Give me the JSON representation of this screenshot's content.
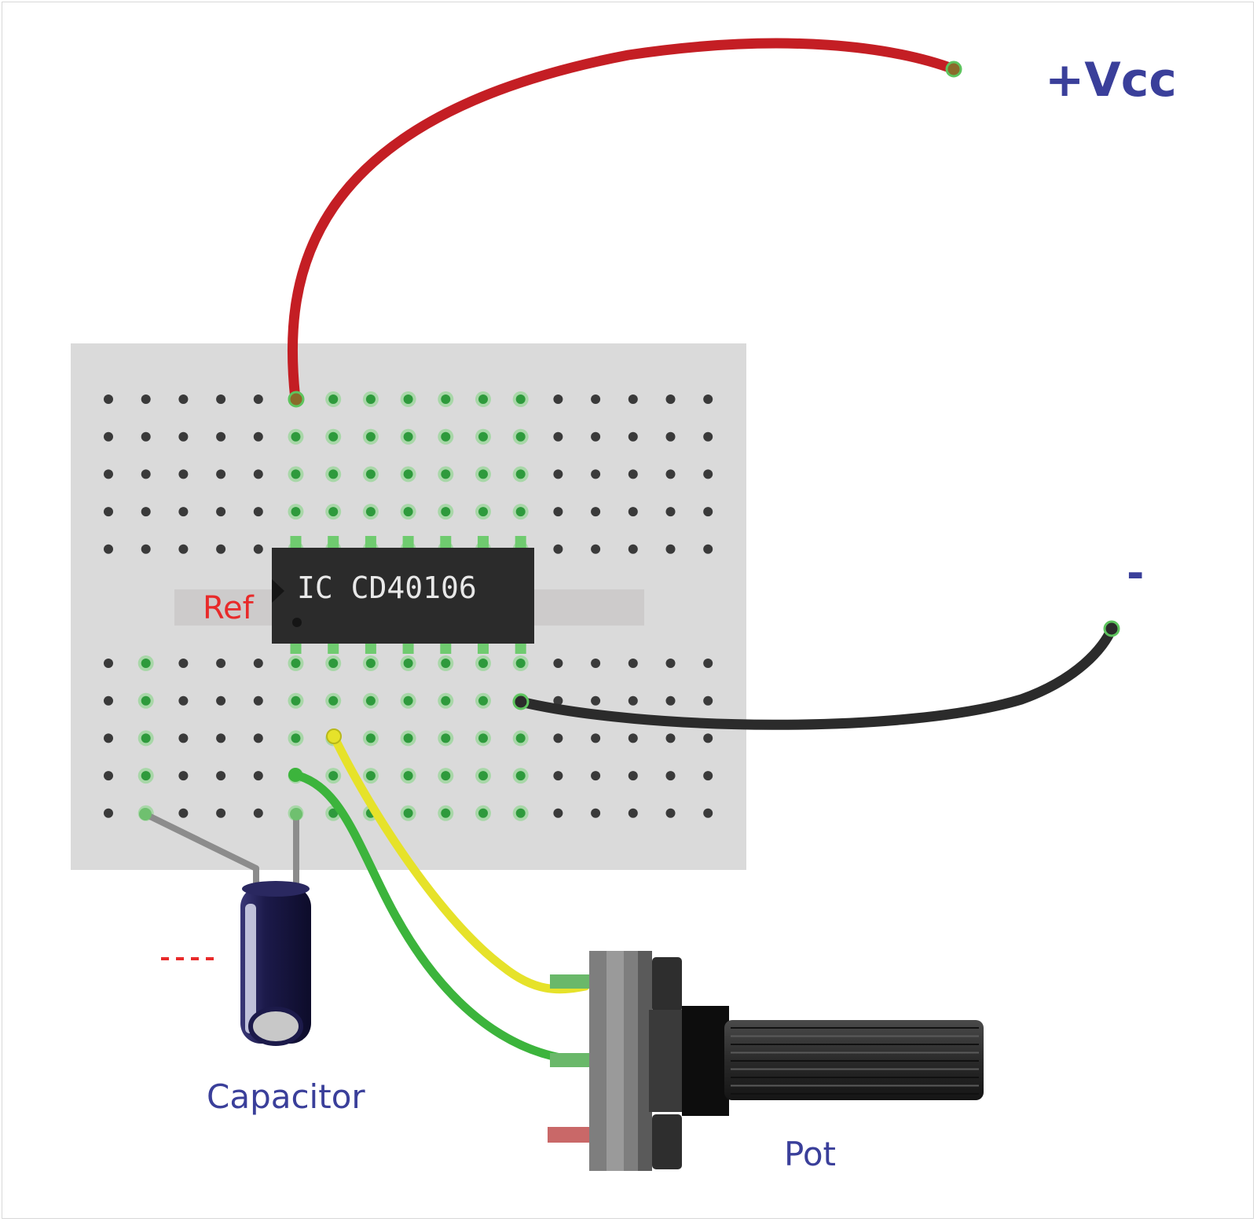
{
  "labels": {
    "vcc": "+Vcc",
    "minus": "-",
    "capacitor": "Capacitor",
    "pot": "Pot",
    "ref": "Ref",
    "ic": "IC CD40106"
  },
  "colors": {
    "red_wire": "#c41e24",
    "black_wire": "#2b2b2b",
    "yellow_wire": "#e6e22a",
    "green_wire": "#3cb43c",
    "label_blue": "#3a3f9a",
    "label_red": "#e82a2a",
    "breadboard": "#dadada",
    "hole": "#3a3a3a",
    "hole_active": "#2e9a3c"
  },
  "breadboard": {
    "columns": 17,
    "top_rows": 5,
    "bottom_rows": 5
  }
}
